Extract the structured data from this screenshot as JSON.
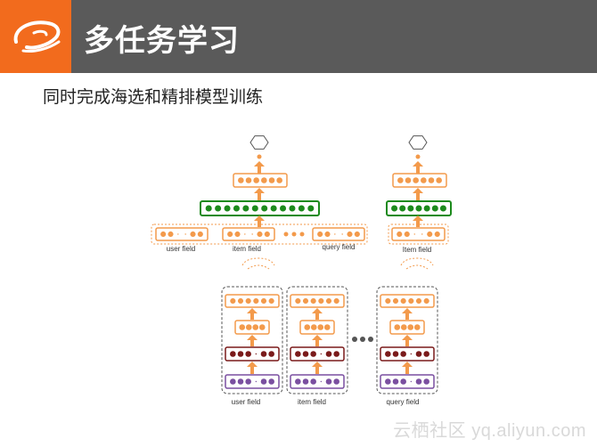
{
  "header": {
    "title": "多任务学习",
    "logo": "alibaba-logo",
    "brand_color": "#f26b1d",
    "bar_color": "#5a5a5a"
  },
  "subtitle": "同时完成海选和精排模型训练",
  "diagram": {
    "upper_left_labels": {
      "user_field": "user field",
      "item_field": "item field",
      "query_field": "query field"
    },
    "upper_right_label": "Item field",
    "bottom_labels": {
      "user_field": "user field",
      "item_field": "item field",
      "query_field": "query field"
    },
    "colors": {
      "orange": "#f39a4b",
      "green": "#1c8a1c",
      "dark_red": "#7a1a1a",
      "purple": "#7a4fa0",
      "gray_dots": "#555555"
    }
  },
  "watermark": "云栖社区 yq.aliyun.com"
}
